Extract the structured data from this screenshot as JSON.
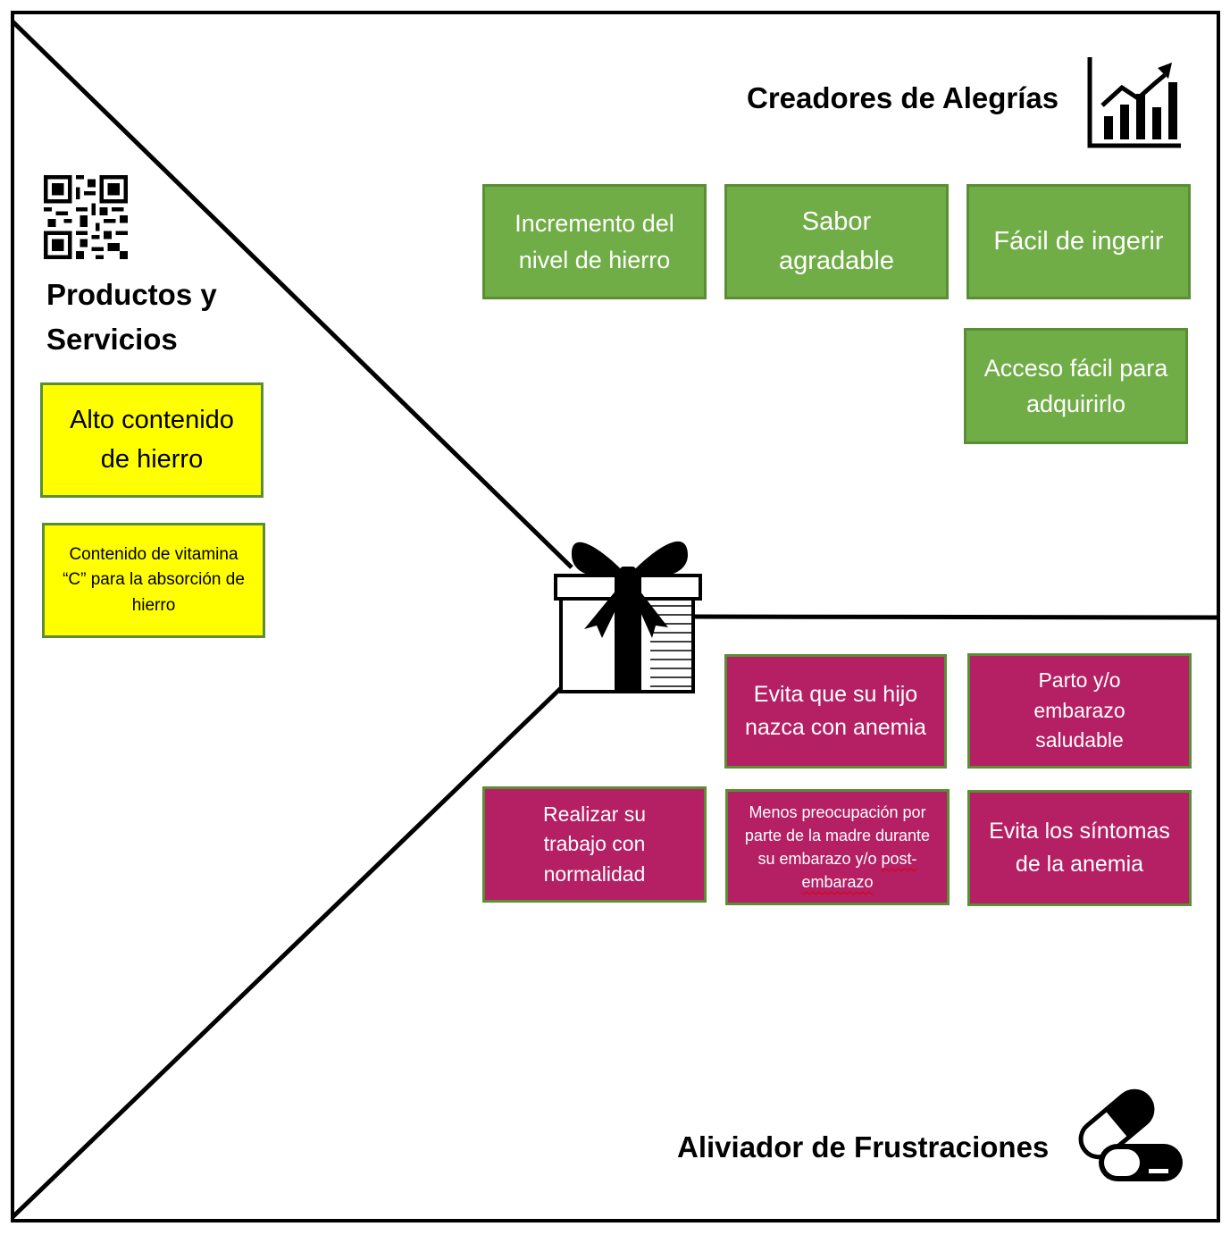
{
  "sections": {
    "products_title": "Productos y Servicios",
    "gains_title": "Creadores de Alegrías",
    "pains_title": "Aliviador de Frustraciones"
  },
  "products": [
    "Alto contenido de hierro",
    "Contenido de vitamina “C” para la absorción de hierro"
  ],
  "gain_creators": [
    "Incremento del nivel de hierro",
    "Sabor agradable",
    "Fácil de ingerir",
    "Acceso fácil para adquirirlo"
  ],
  "pain_relievers": [
    "Evita que su hijo nazca con anemia",
    "Parto y/o embarazo saludable",
    "Realizar su trabajo con normalidad",
    {
      "prefix": "Menos preocupación por parte de la madre durante su embarazo y/o ",
      "underlined": "post-embarazo"
    },
    "Evita los síntomas de la anemia"
  ],
  "icons": {
    "gains": "growth-chart-icon",
    "products": "qr-code-icon",
    "center": "gift-box-icon",
    "pains": "capsule-pill-icon"
  },
  "colors": {
    "product_box": "#ffff00",
    "gain_box": "#70ad47",
    "pain_box": "#b51f63",
    "box_border": "#5a8e35"
  }
}
